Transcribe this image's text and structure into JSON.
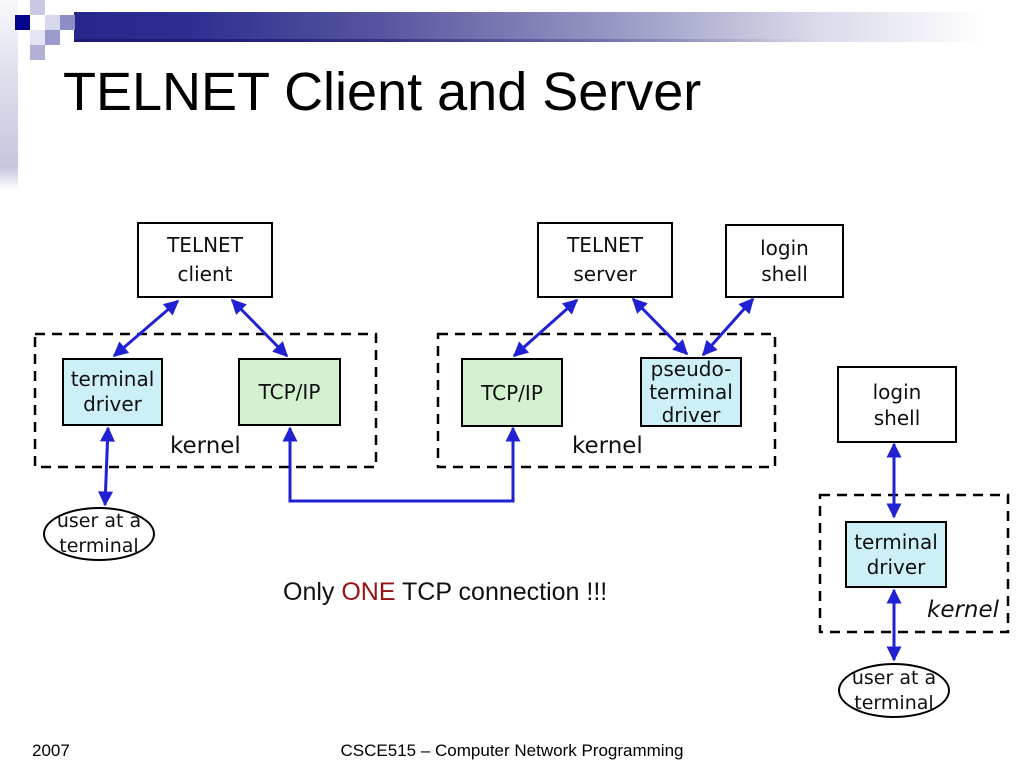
{
  "title": "TELNET Client and Server",
  "caption": {
    "part1": "Only ",
    "highlight": "ONE",
    "part2": " TCP connection !!!"
  },
  "footer": {
    "year": "2007",
    "course": "CSCE515 – Computer Network Programming"
  },
  "colors": {
    "arrow_blue": "#2121d4",
    "box_cyan": "#cdeff7",
    "box_green": "#d3f1cf",
    "highlight_red": "#991111",
    "bar_navy": "#26268c",
    "pixel_navy": "#05058c"
  },
  "boxes": {
    "telnet_client": "TELNET\nclient",
    "telnet_server": "TELNET\nserver",
    "login_shell_top": "login\nshell",
    "terminal_driver_left": "terminal\ndriver",
    "tcp_ip_left": "TCP/IP",
    "tcp_ip_right": "TCP/IP",
    "pseudo_terminal_driver": "pseudo-\nterminal\ndriver",
    "login_shell_right": "login\nshell",
    "terminal_driver_right": "terminal\ndriver"
  },
  "labels": {
    "kernel_client": "kernel",
    "kernel_server": "kernel",
    "kernel_right": "kernel"
  },
  "ellipses": {
    "user_left": "user at a\nterminal",
    "user_right": "user at a\nterminal"
  }
}
